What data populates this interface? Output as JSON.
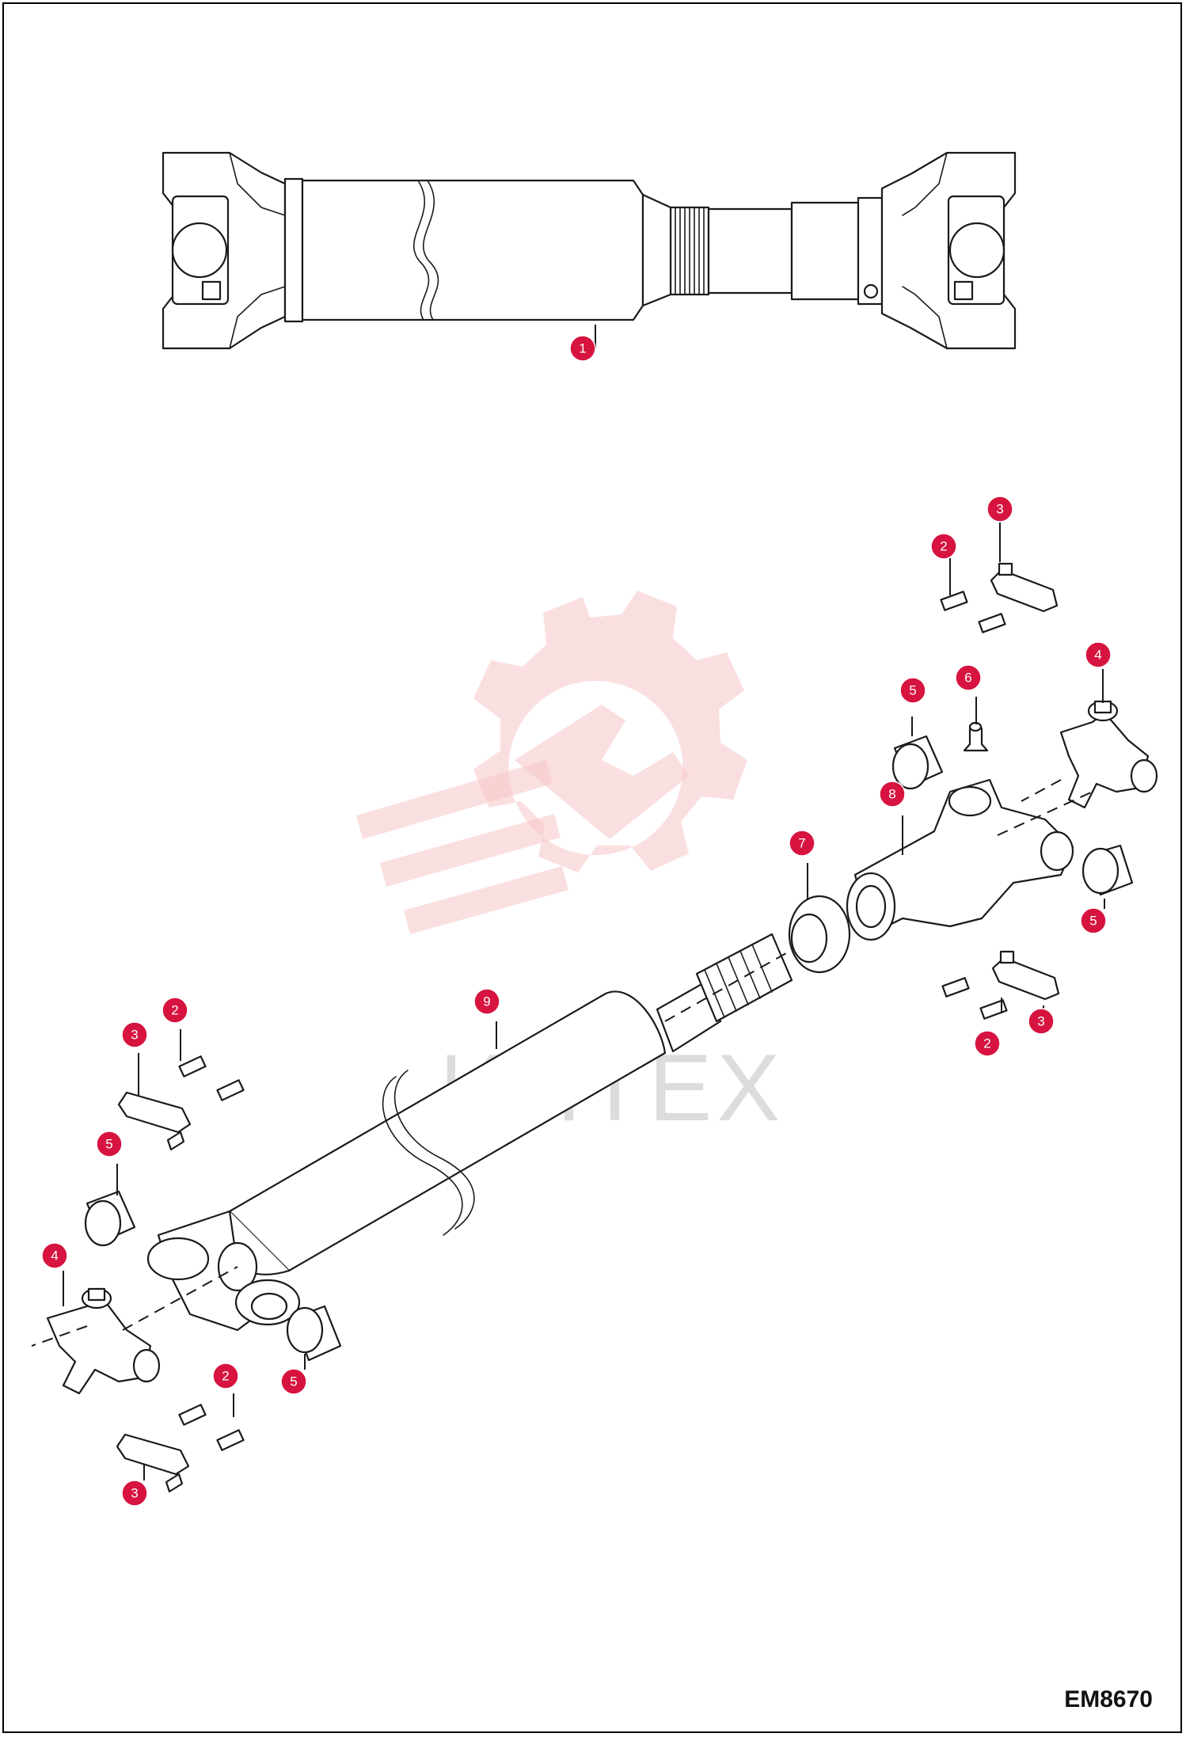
{
  "drawing_code": "EM8670",
  "watermark_text": "ИНТЕХ",
  "accent_color": "#d6143f",
  "callouts": [
    {
      "label": "1"
    },
    {
      "label": "3"
    },
    {
      "label": "2"
    },
    {
      "label": "5"
    },
    {
      "label": "6"
    },
    {
      "label": "4"
    },
    {
      "label": "8"
    },
    {
      "label": "7"
    },
    {
      "label": "5"
    },
    {
      "label": "9"
    },
    {
      "label": "3"
    },
    {
      "label": "2"
    },
    {
      "label": "2"
    },
    {
      "label": "3"
    },
    {
      "label": "5"
    },
    {
      "label": "4"
    },
    {
      "label": "2"
    },
    {
      "label": "5"
    },
    {
      "label": "3"
    }
  ]
}
